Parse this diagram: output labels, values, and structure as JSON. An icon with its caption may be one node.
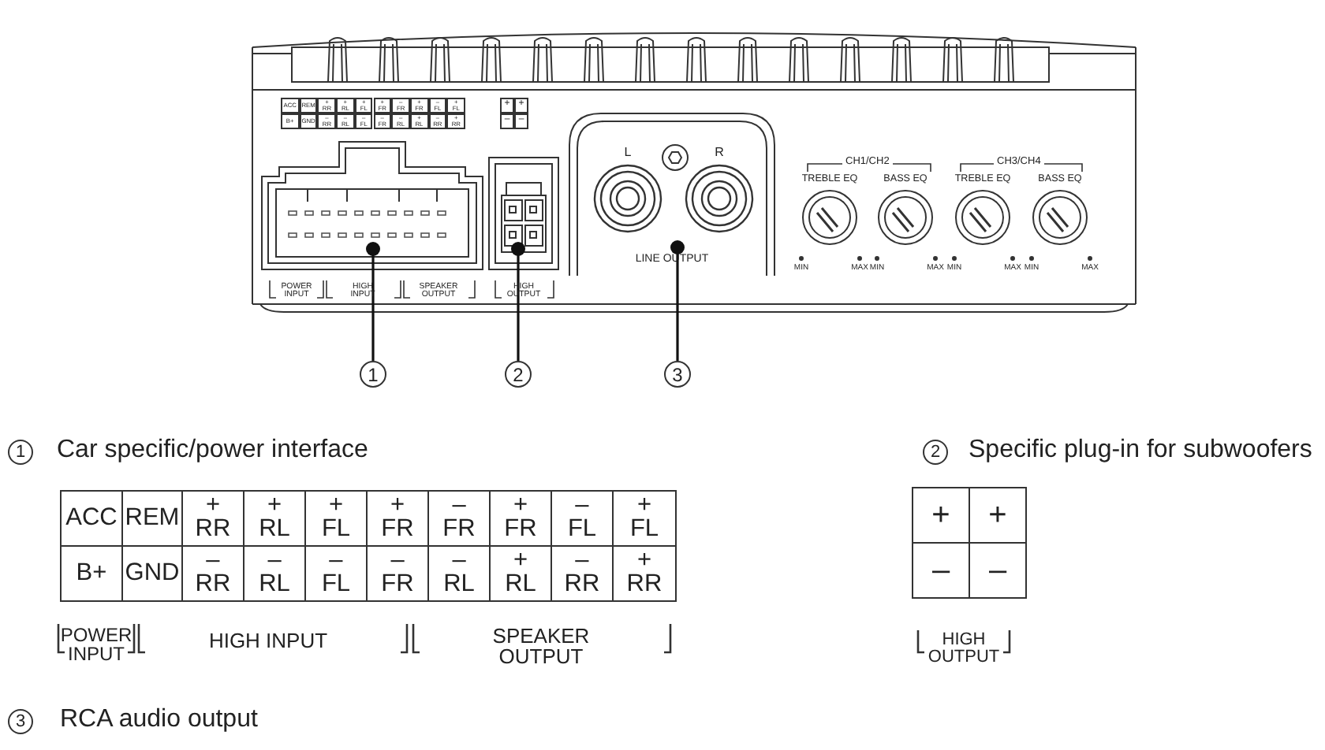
{
  "diagram": {
    "nodes": [
      {
        "text": [
          "1"
        ]
      },
      {
        "text": [
          "2"
        ]
      },
      {
        "text": [
          "3"
        ]
      },
      {
        "text": [],
        "shape": "box"
      },
      {
        "text": [],
        "shape": "box"
      },
      {
        "text": [
          "L",
          "R",
          "LINE OUTPUT"
        ]
      },
      {
        "text": [
          "1"
        ]
      },
      {
        "text": [
          "2"
        ]
      },
      {
        "text": [
          "3"
        ]
      }
    ],
    "edges": [
      {
        "from": 0,
        "to": 3,
        "arrow": "other"
      },
      {
        "from": 1,
        "to": 4,
        "arrow": "other"
      },
      {
        "from": 2,
        "to": 5,
        "arrow": "other"
      }
    ],
    "labels": [
      "ACC",
      "REM",
      "+ RR",
      "+ RL",
      "+ FL",
      "+ FR",
      "– FR",
      "+ FR",
      "– FL",
      "+ FL",
      "B+",
      "GND",
      "– RR",
      "– RL",
      "– FL",
      "– FR",
      "– RL",
      "+ RL",
      "– RR",
      "+ RR",
      "+",
      "+",
      "–",
      "–",
      "POWER INPUT",
      "HIGH INPUT",
      "SPEAKER OUTPUT",
      "HIGH OUTPUT",
      "CH1/CH2",
      "CH3/CH4",
      "TREBLE EQ",
      "BASS EQ",
      "TREBLE EQ",
      "BASS EQ",
      "MIN",
      "MAX",
      "MIN",
      "MAX",
      "MIN",
      "MAX",
      "MIN",
      "MAX",
      "Car specific/power interface",
      "Specific plug-in for subwoofers",
      "ACC",
      "REM",
      "+ RR",
      "+ RL",
      "+ FL",
      "+ FR",
      "– FR",
      "+ FR",
      "– FL",
      "+ FL",
      "B+",
      "GND",
      "– RR",
      "– RL",
      "– FL",
      "– FR",
      "– RL",
      "+ RL",
      "– RR",
      "+ RR",
      "POWER INPUT",
      "HIGH INPUT",
      "SPEAKER OUTPUT",
      "+",
      "+",
      "–",
      "–",
      "HIGH OUTPUT",
      "RCA audio output"
    ]
  }
}
